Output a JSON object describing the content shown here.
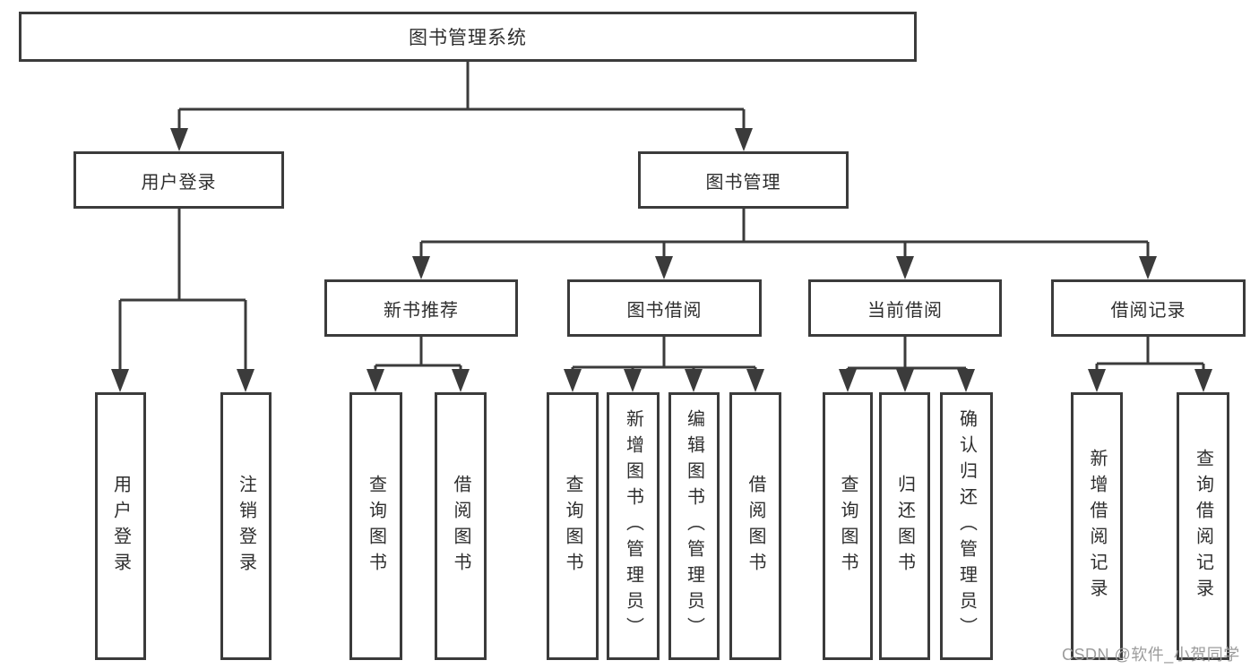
{
  "tree": {
    "root": {
      "label": "图书管理系统"
    },
    "children": [
      {
        "label": "用户登录",
        "children": [
          {
            "label": "用户登录"
          },
          {
            "label": "注销登录"
          }
        ]
      },
      {
        "label": "图书管理",
        "children": [
          {
            "label": "新书推荐",
            "children": [
              {
                "label": "查询图书"
              },
              {
                "label": "借阅图书"
              }
            ]
          },
          {
            "label": "图书借阅",
            "children": [
              {
                "label": "查询图书"
              },
              {
                "label": "新增图书（管理员）"
              },
              {
                "label": "编辑图书（管理员）"
              },
              {
                "label": "借阅图书"
              }
            ]
          },
          {
            "label": "当前借阅",
            "children": [
              {
                "label": "查询图书"
              },
              {
                "label": "归还图书"
              },
              {
                "label": "确认归还（管理员）"
              }
            ]
          },
          {
            "label": "借阅记录",
            "children": [
              {
                "label": "新增借阅记录"
              },
              {
                "label": "查询借阅记录"
              }
            ]
          }
        ]
      }
    ]
  },
  "watermark": "CSDN @软件_小贺同学",
  "colors": {
    "line": "#3b3b3b",
    "text": "#2e2e2e",
    "watermark": "#9c9c9c",
    "background": "#ffffff"
  }
}
